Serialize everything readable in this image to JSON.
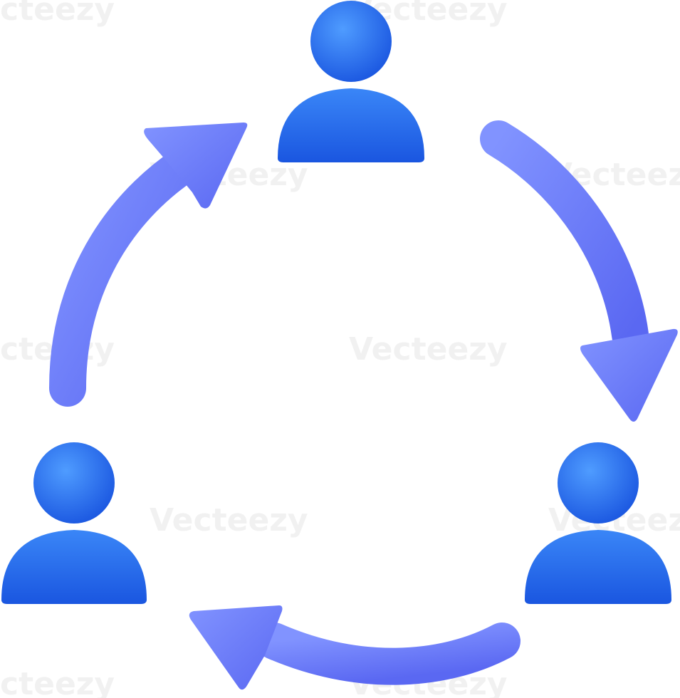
{
  "icons": {
    "people": [
      "person-icon",
      "person-icon",
      "person-icon"
    ],
    "arrows": [
      "curved-arrow-icon",
      "curved-arrow-icon",
      "curved-arrow-icon"
    ]
  },
  "colors": {
    "person_light": "#3f8cf5",
    "person_dark": "#1a56e0",
    "arrow_light": "#7b8cff",
    "arrow_dark": "#5a68f2",
    "background": "#ffffff"
  },
  "watermark": {
    "text": "Vecteezy",
    "fragment_left": "cteezy",
    "fragment_top": "Vecteezy",
    "fragment_bottom": "Vecteezy"
  }
}
